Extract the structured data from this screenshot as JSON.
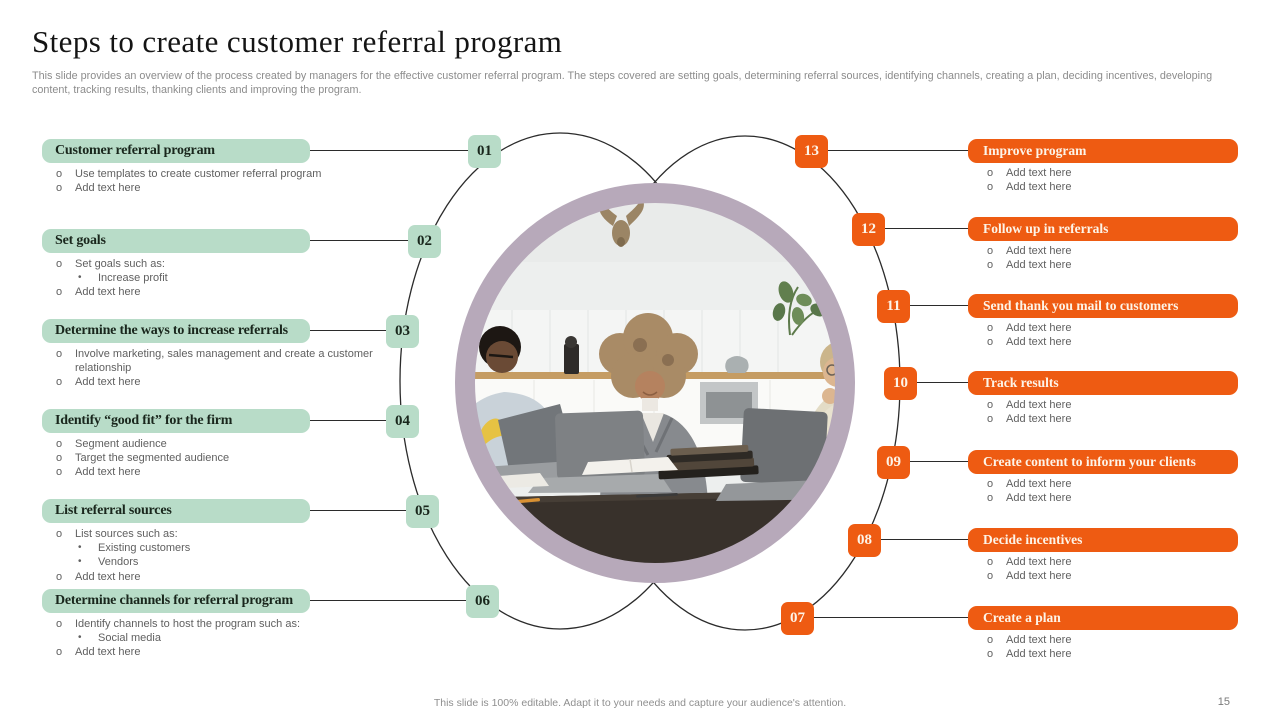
{
  "slide": {
    "title": "Steps to create customer referral program",
    "subtitle": "This slide provides an overview of the process created by managers for the effective  customer referral program. The steps covered are setting goals, determining referral sources, identifying channels, creating a plan, deciding incentives, developing content, tracking results, thanking clients and improving the program.",
    "footer": "This slide is 100% editable. Adapt it to your needs and capture your audience's attention.",
    "page_number": "15"
  },
  "bullet_markers": {
    "level1": "o",
    "level2": "•"
  },
  "colors": {
    "mint": "#b8dcc8",
    "mint_text": "#19261c",
    "orange": "#ee5b12",
    "orange_text": "#fdf4e8",
    "photo_ring": "#b7a9ba",
    "line": "#2b2b2b",
    "body_text": "#606060",
    "subtitle_text": "#8c8c8c"
  },
  "left_steps": [
    {
      "number": "01",
      "title": "Customer referral program",
      "bullets": [
        {
          "level": 1,
          "text": "Use templates to create customer referral program"
        },
        {
          "level": 1,
          "text": "Add text here"
        }
      ]
    },
    {
      "number": "02",
      "title": "Set goals",
      "bullets": [
        {
          "level": 1,
          "text": "Set goals such as:"
        },
        {
          "level": 2,
          "text": "Increase profit"
        },
        {
          "level": 1,
          "text": "Add text here"
        }
      ]
    },
    {
      "number": "03",
      "title": "Determine the ways to increase referrals",
      "bullets": [
        {
          "level": 1,
          "text": "Involve marketing, sales management and create a customer relationship"
        },
        {
          "level": 1,
          "text": "Add text here"
        }
      ]
    },
    {
      "number": "04",
      "title": "Identify “good fit” for the firm",
      "bullets": [
        {
          "level": 1,
          "text": "Segment audience"
        },
        {
          "level": 1,
          "text": "Target the segmented audience"
        },
        {
          "level": 1,
          "text": "Add text here"
        }
      ]
    },
    {
      "number": "05",
      "title": "List referral sources",
      "bullets": [
        {
          "level": 1,
          "text": "List sources such as:"
        },
        {
          "level": 2,
          "text": "Existing customers"
        },
        {
          "level": 2,
          "text": "Vendors"
        },
        {
          "level": 1,
          "text": "Add text here"
        }
      ]
    },
    {
      "number": "06",
      "title": "Determine channels for referral program",
      "bullets": [
        {
          "level": 1,
          "text": "Identify channels to host the program such as:"
        },
        {
          "level": 2,
          "text": "Social media"
        },
        {
          "level": 1,
          "text": "Add text here"
        }
      ]
    }
  ],
  "right_steps": [
    {
      "number": "13",
      "title": "Improve program",
      "bullets": [
        {
          "level": 1,
          "text": "Add text here"
        },
        {
          "level": 1,
          "text": "Add text here"
        }
      ]
    },
    {
      "number": "12",
      "title": "Follow up in referrals",
      "bullets": [
        {
          "level": 1,
          "text": "Add text here"
        },
        {
          "level": 1,
          "text": "Add text here"
        }
      ]
    },
    {
      "number": "11",
      "title": "Send thank you mail to customers",
      "bullets": [
        {
          "level": 1,
          "text": "Add text here"
        },
        {
          "level": 1,
          "text": "Add text here"
        }
      ]
    },
    {
      "number": "10",
      "title": "Track results",
      "bullets": [
        {
          "level": 1,
          "text": "Add text here"
        },
        {
          "level": 1,
          "text": "Add text here"
        }
      ]
    },
    {
      "number": "09",
      "title": "Create content to inform your clients",
      "bullets": [
        {
          "level": 1,
          "text": "Add text here"
        },
        {
          "level": 1,
          "text": "Add text here"
        }
      ]
    },
    {
      "number": "08",
      "title": "Decide incentives",
      "bullets": [
        {
          "level": 1,
          "text": "Add text here"
        },
        {
          "level": 1,
          "text": "Add text here"
        }
      ]
    },
    {
      "number": "07",
      "title": "Create a plan",
      "bullets": [
        {
          "level": 1,
          "text": "Add text here"
        },
        {
          "level": 1,
          "text": "Add text here"
        }
      ]
    }
  ]
}
